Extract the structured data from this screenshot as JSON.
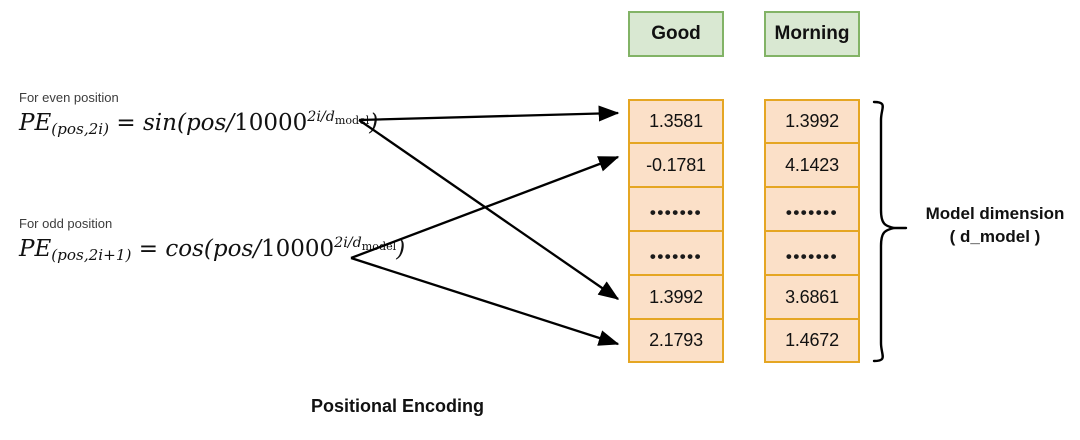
{
  "diagram": {
    "caption": "Positional Encoding",
    "dimension_label_line1": "Model dimension",
    "dimension_label_line2": "( d_model )",
    "colors": {
      "cell_fill": "#fbe0c8",
      "cell_border": "#e5a623",
      "token_fill": "#d9e8d2",
      "token_border": "#82b366",
      "arrow": "#000000",
      "text": "#111111",
      "background": "#ffffff"
    }
  },
  "tokens": [
    {
      "label": "Good"
    },
    {
      "label": "Morning"
    }
  ],
  "formulas": {
    "even": {
      "caption": "For even position",
      "lhs_pe": "PE",
      "lhs_sub": "(pos,2i)",
      "equals": "=",
      "func": "sin",
      "open": "(",
      "arg_pos": "pos",
      "slash": "/",
      "base": "10000",
      "exp_num": "2i",
      "exp_slash": "/",
      "exp_d": "d",
      "exp_d_sub": "model",
      "close": ")"
    },
    "odd": {
      "caption": "For odd position",
      "lhs_pe": "PE",
      "lhs_sub": "(pos,2i+1)",
      "equals": "=",
      "func": "cos",
      "open": "(",
      "arg_pos": "pos",
      "slash": "/",
      "base": "10000",
      "exp_num": "2i",
      "exp_slash": "/",
      "exp_d": "d",
      "exp_d_sub": "model",
      "close": ")"
    }
  },
  "columns": [
    {
      "name": "good",
      "token": "Good",
      "cells": [
        "1.3581",
        "-0.1781",
        "•••••••",
        "•••••••",
        "1.3992",
        "2.1793"
      ]
    },
    {
      "name": "morning",
      "token": "Morning",
      "cells": [
        "1.3992",
        "4.1423",
        "•••••••",
        "•••••••",
        "3.6861",
        "1.4672"
      ]
    }
  ]
}
